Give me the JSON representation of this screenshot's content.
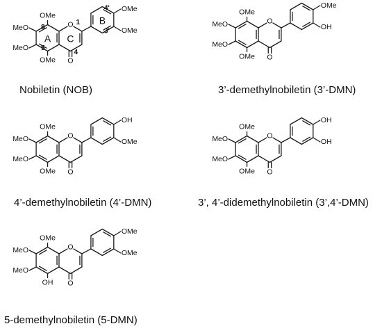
{
  "figure": {
    "molecules": [
      {
        "caption": "Nobiletin (NOB)",
        "substituents": {
          "c8": "OMe",
          "c7": "MeO",
          "c6": "MeO",
          "c5": "OMe",
          "c4": "O",
          "r4p": "OMe",
          "r3p": "OMe"
        },
        "ring_labels": [
          "A",
          "C",
          "B"
        ],
        "position_labels": [
          "8",
          "1",
          "5",
          "4",
          "4'",
          "3'"
        ]
      },
      {
        "caption": "3’-demethylnobiletin (3’-DMN)",
        "substituents": {
          "c8": "OMe",
          "c7": "MeO",
          "c6": "MeO",
          "c5": "OMe",
          "c4": "O",
          "r4p": "OMe",
          "r3p": "OH"
        }
      },
      {
        "caption": "4’-demethylnobiletin (4’-DMN)",
        "substituents": {
          "c8": "OMe",
          "c7": "MeO",
          "c6": "MeO",
          "c5": "OMe",
          "c4": "O",
          "r4p": "OH",
          "r3p": "OMe"
        }
      },
      {
        "caption": "3’, 4’-didemethylnobiletin (3’,4’-DMN)",
        "substituents": {
          "c8": "OMe",
          "c7": "MeO",
          "c6": "MeO",
          "c5": "OMe",
          "c4": "O",
          "r4p": "OH",
          "r3p": "OH"
        }
      },
      {
        "caption": "5-demethylnobiletin (5-DMN)",
        "substituents": {
          "c8": "OMe",
          "c7": "MeO",
          "c6": "MeO",
          "c5": "OH",
          "c4": "O",
          "r4p": "OMe",
          "r3p": "OMe"
        }
      }
    ],
    "ring_oxygen": "O",
    "colors": {
      "bond": "#1a1a1a",
      "text": "#111111",
      "highlight": "#e0201b"
    }
  }
}
